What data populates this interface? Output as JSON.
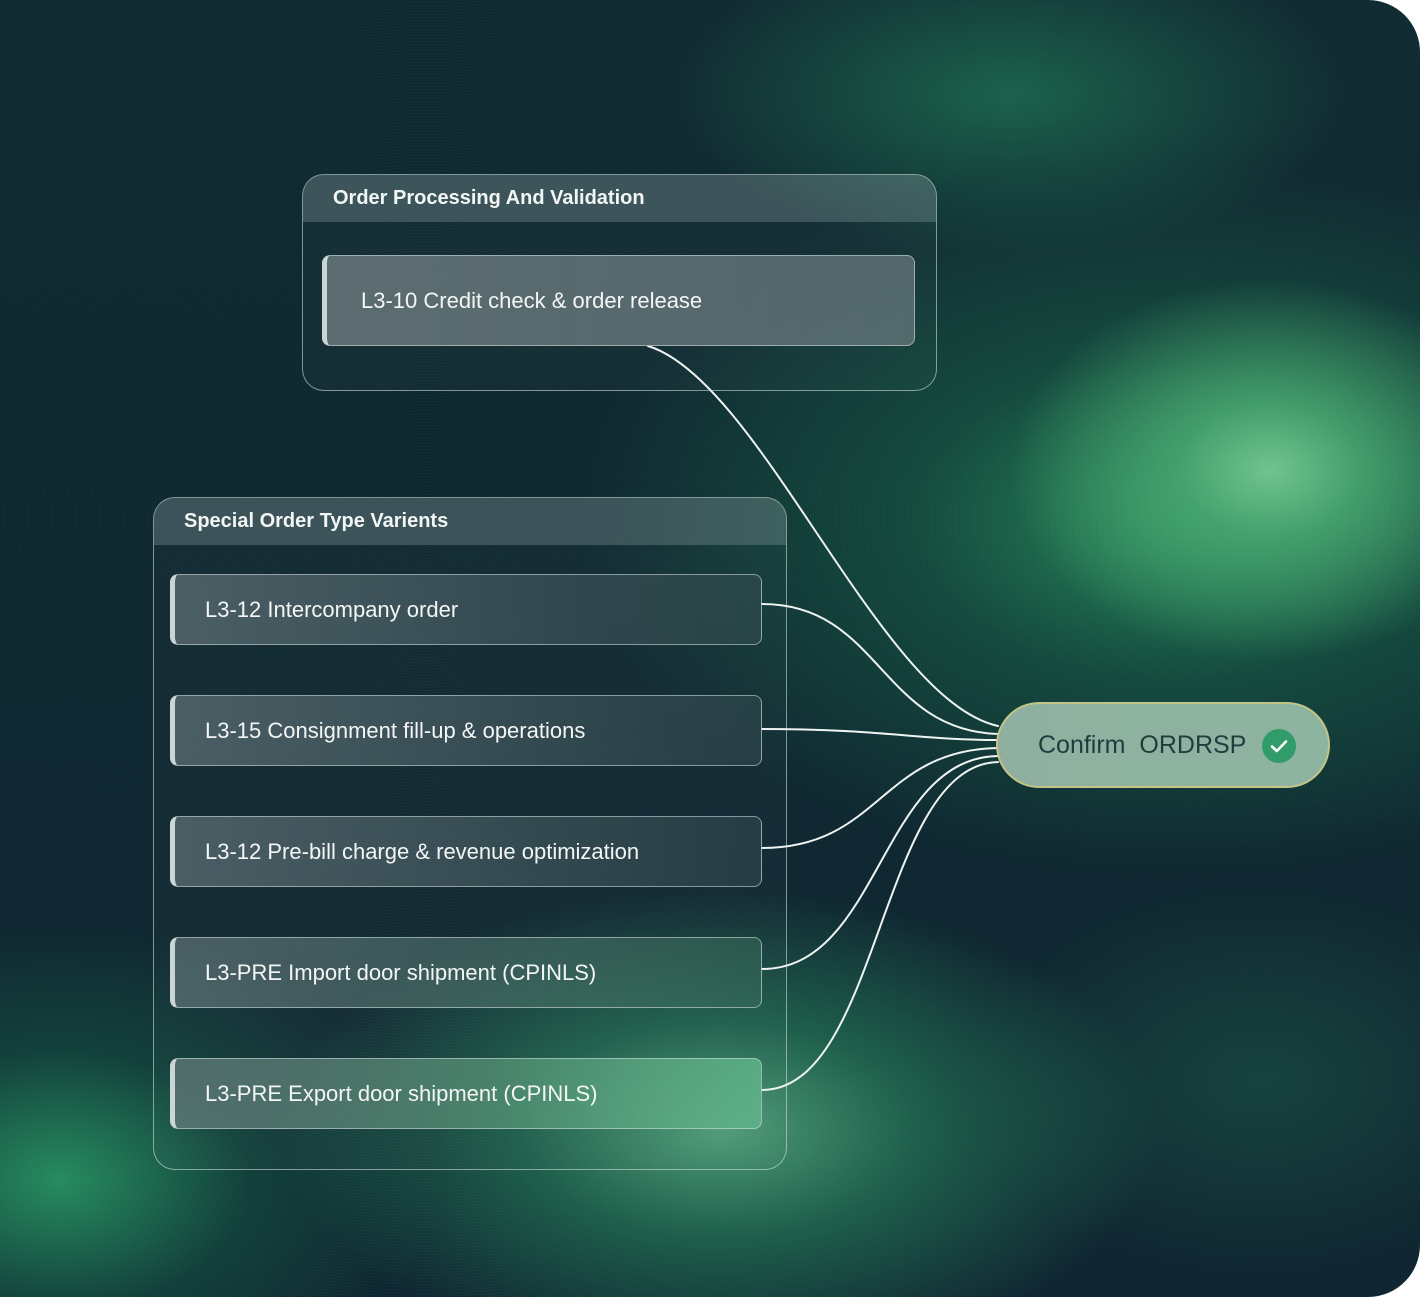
{
  "groups": {
    "order_processing": {
      "title": "Order Processing And Validation",
      "items": [
        "L3-10 Credit check & order release"
      ]
    },
    "special_orders": {
      "title": "Special Order Type Varients",
      "items": [
        "L3-12 Intercompany order",
        "L3-15 Consignment fill-up & operations",
        "L3-12 Pre-bill charge & revenue optimization",
        "L3-PRE Import door shipment (CPINLS)",
        "L3-PRE Export door shipment (CPINLS)"
      ]
    }
  },
  "target": {
    "label": "Confirm  ORDRSP",
    "status_icon": "check-icon"
  },
  "colors": {
    "background": "#0f2a31",
    "accent_green": "#2f9c6a",
    "pill_fill": "#8fb0a0",
    "pill_border": "#cdc882"
  }
}
